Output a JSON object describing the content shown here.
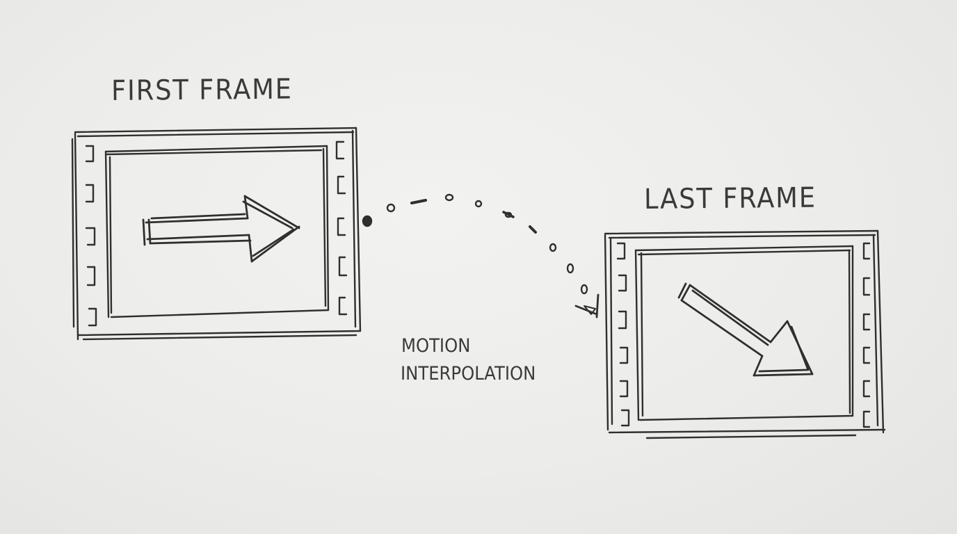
{
  "diagram": {
    "first_frame_label": "FIRST FRAME",
    "last_frame_label": "LAST FRAME",
    "interpolation_label_line1": "MOTION",
    "interpolation_label_line2": "INTERPOLATION"
  },
  "style": {
    "paper": "#ededeb",
    "ink": "#2f2f2f"
  }
}
